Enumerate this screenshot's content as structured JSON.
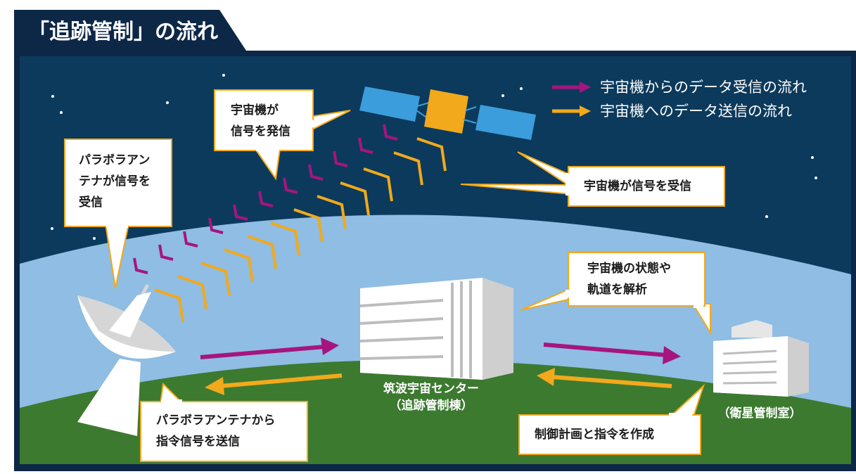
{
  "header": {
    "title": "「追跡管制」の流れ"
  },
  "legend": [
    {
      "label": "宇宙機からのデータ受信の流れ",
      "color": "#a6157f"
    },
    {
      "label": "宇宙機へのデータ送信の流れ",
      "color": "#f2a91c"
    }
  ],
  "callouts": {
    "satellite_transmits": "宇宙機が\n信号を発信",
    "antenna_receives": "パラボラアン\nテナが信号を\n受信",
    "satellite_receives": "宇宙機が信号を受信",
    "analyze": "宇宙機の状態や\n軌道を解析",
    "antenna_sends": "パラボラアンテナから\n指令信号を送信",
    "create_plan": "制御計画と指令を作成"
  },
  "buildings": {
    "tsukuba": "筑波宇宙センター\n（追跡管制棟）",
    "control_room": "（衛星管制室）"
  },
  "colors": {
    "navy": "#0d2747",
    "night_sky": "#0c3a5c",
    "atmosphere": "#8fbde3",
    "ground": "#3c7a30",
    "receive_flow": "#a6157f",
    "send_flow": "#f2a91c",
    "callout_border": "#f2a91c"
  }
}
